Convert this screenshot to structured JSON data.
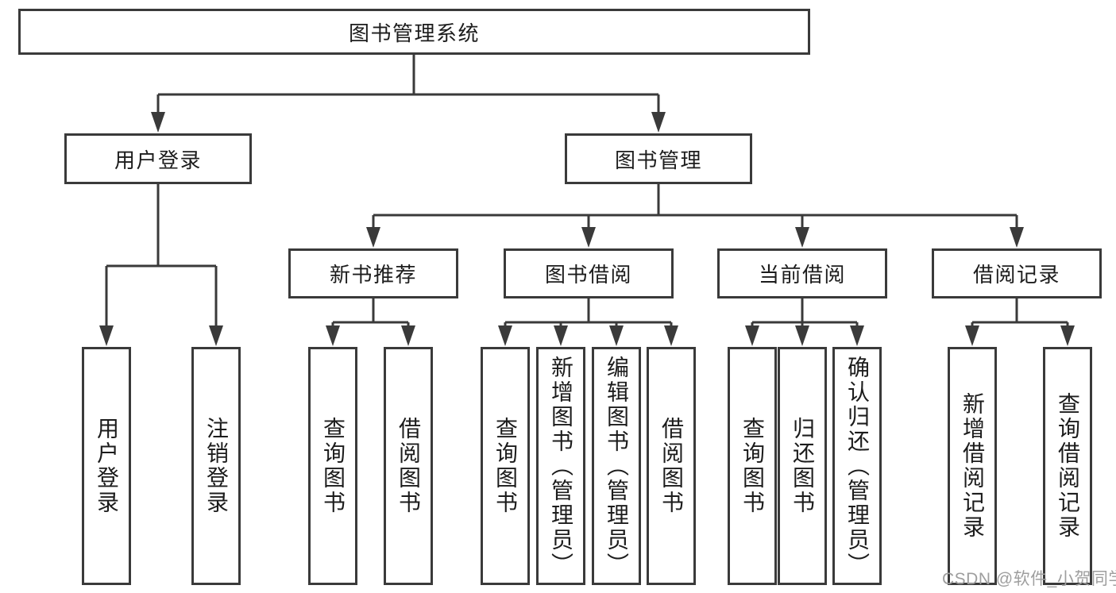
{
  "diagram": {
    "title": "图书管理系统",
    "tree": {
      "root": {
        "label": "图书管理系统",
        "children": [
          {
            "label": "用户登录",
            "children": [
              {
                "label": "用户登录"
              },
              {
                "label": "注销登录"
              }
            ]
          },
          {
            "label": "图书管理",
            "children": [
              {
                "label": "新书推荐",
                "children": [
                  {
                    "label": "查询图书"
                  },
                  {
                    "label": "借阅图书"
                  }
                ]
              },
              {
                "label": "图书借阅",
                "children": [
                  {
                    "label": "查询图书"
                  },
                  {
                    "label": "新增图书（管理员）"
                  },
                  {
                    "label": "编辑图书（管理员）"
                  },
                  {
                    "label": "借阅图书"
                  }
                ]
              },
              {
                "label": "当前借阅",
                "children": [
                  {
                    "label": "查询图书"
                  },
                  {
                    "label": "归还图书"
                  },
                  {
                    "label": "确认归还（管理员）"
                  }
                ]
              },
              {
                "label": "借阅记录",
                "children": [
                  {
                    "label": "新增借阅记录"
                  },
                  {
                    "label": "查询借阅记录"
                  }
                ]
              }
            ]
          }
        ]
      }
    },
    "colors": {
      "line": "#3a3a3a",
      "text": "#1c1c1c",
      "background": "#ffffff",
      "watermark": "#9e9e9e"
    }
  },
  "watermark": {
    "text": "CSDN @软件_小贺同学"
  }
}
